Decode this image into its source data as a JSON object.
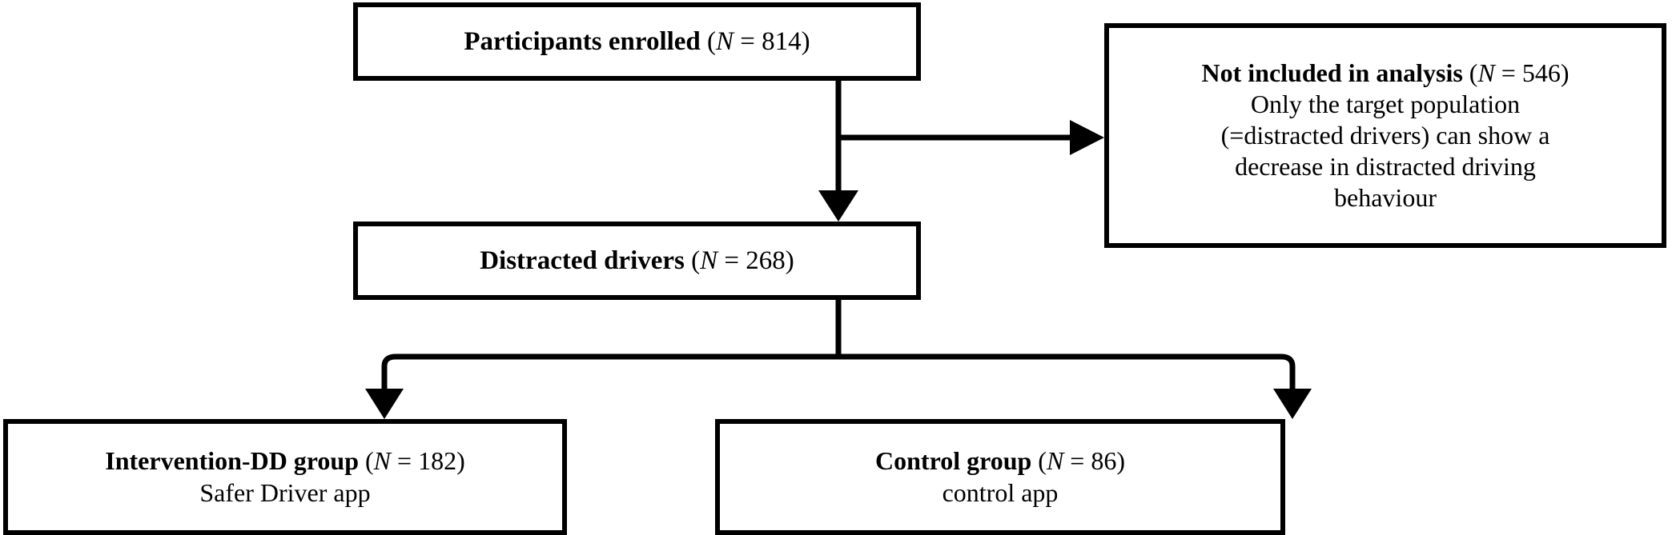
{
  "diagram": {
    "type": "participant-flow-chart",
    "title": "Participant flow",
    "colors": {
      "stroke": "#000000",
      "fill": "#ffffff",
      "text": "#000000"
    },
    "nodes": [
      {
        "id": "enrolled",
        "lines": [
          {
            "bold": "Participants enrolled",
            "paren_open": " (",
            "n": "N",
            "eq": " = ",
            "value": "814",
            "paren_close": ")"
          }
        ]
      },
      {
        "id": "excluded",
        "lines": [
          {
            "bold": "Not included in analysis",
            "paren_open": " (",
            "n": "N",
            "eq": " = ",
            "value": "546",
            "paren_close": ")"
          },
          {
            "plain": "Only the target population"
          },
          {
            "plain": "(=distracted drivers) can show a"
          },
          {
            "plain": "decrease in distracted driving"
          },
          {
            "plain": "behaviour"
          }
        ]
      },
      {
        "id": "distracted",
        "lines": [
          {
            "bold": "Distracted drivers",
            "paren_open": " (",
            "n": "N",
            "eq": " = ",
            "value": "268",
            "paren_close": ")"
          }
        ]
      },
      {
        "id": "intervention",
        "lines": [
          {
            "bold": "Intervention-DD group",
            "paren_open": " (",
            "n": "N",
            "eq": " = ",
            "value": "182",
            "paren_close": ")"
          },
          {
            "plain": "Safer Driver app"
          }
        ]
      },
      {
        "id": "control",
        "lines": [
          {
            "bold": "Control group",
            "paren_open": " (",
            "n": "N",
            "eq": " = ",
            "value": "86",
            "paren_close": ")"
          },
          {
            "plain": "control app"
          }
        ]
      }
    ],
    "edges": [
      {
        "id": "enrolled-to-distracted",
        "from": "enrolled",
        "to": "distracted",
        "arrow": "down"
      },
      {
        "id": "enrolled-to-excluded",
        "from": "enrolled",
        "to": "excluded",
        "arrow": "right"
      },
      {
        "id": "distracted-to-intervention",
        "from": "distracted",
        "to": "intervention",
        "arrow": "down"
      },
      {
        "id": "distracted-to-control",
        "from": "distracted",
        "to": "control",
        "arrow": "down"
      }
    ]
  },
  "labels": {
    "enrolled_bold": "Participants enrolled",
    "enrolled_n": "N",
    "enrolled_value": "814",
    "excluded_bold": "Not included in analysis",
    "excluded_n": "N",
    "excluded_value": "546",
    "excluded_line2": "Only the target population",
    "excluded_line3": "(=distracted drivers) can show a",
    "excluded_line4": "decrease in distracted driving",
    "excluded_line5": "behaviour",
    "distracted_bold": "Distracted drivers",
    "distracted_n": "N",
    "distracted_value": "268",
    "intervention_bold": "Intervention-DD group",
    "intervention_n": "N",
    "intervention_value": "182",
    "intervention_line2": "Safer Driver app",
    "control_bold": "Control group",
    "control_n": "N",
    "control_value": "86",
    "control_line2": "control app",
    "paren_open": "(",
    "paren_close": ")",
    "equals": " = "
  }
}
